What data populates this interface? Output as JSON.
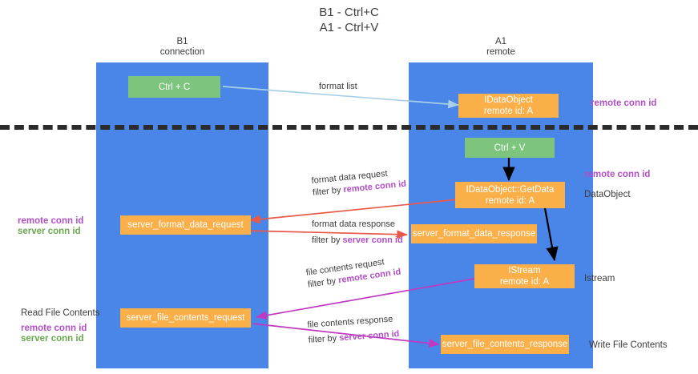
{
  "title": {
    "line1": "B1 - Ctrl+C",
    "line2": "A1 - Ctrl+V"
  },
  "columns": [
    {
      "name": "B1",
      "role": "connection"
    },
    {
      "name": "A1",
      "role": "remote"
    }
  ],
  "boxes": {
    "ctrl_c": {
      "line1": "Ctrl + C",
      "line2": ""
    },
    "idataobject": {
      "line1": "IDataObject",
      "line2": "remote id: A"
    },
    "ctrl_v": {
      "line1": "Ctrl + V",
      "line2": ""
    },
    "getdata": {
      "line1": "IDataObject::GetData",
      "line2": "remote id: A"
    },
    "fmt_req": {
      "line1": "server_format_data_request",
      "line2": ""
    },
    "fmt_resp": {
      "line1": "server_format_data_response",
      "line2": ""
    },
    "istream": {
      "line1": "IStream",
      "line2": "remote id: A"
    },
    "file_req": {
      "line1": "server_file_contents_request",
      "line2": ""
    },
    "file_resp": {
      "line1": "server_file_contents_response",
      "line2": ""
    }
  },
  "arrow_labels": {
    "format_list": "format list",
    "fmt_req_l1": "format data request",
    "fmt_req_l2_prefix": "filter by ",
    "fmt_req_l2_key": "remote conn id",
    "fmt_resp_l1": "format data response",
    "fmt_resp_l2_prefix": "filter by ",
    "fmt_resp_l2_key": "server conn id",
    "file_req_l1": "file contents request",
    "file_req_l2_prefix": "filter by ",
    "file_req_l2_key": "remote conn id",
    "file_resp_l1": "file contents response",
    "file_resp_l2_prefix": "filter by ",
    "file_resp_l2_key": "server conn id"
  },
  "side_labels": {
    "right_remote_conn_1": "remote conn id",
    "right_remote_conn_2": "remote conn id",
    "right_dataobject": "DataObject",
    "right_istream": "Istream",
    "right_write_file": "Write File Contents",
    "left_remote_conn": "remote conn id",
    "left_server_conn": "server conn id",
    "left_read_file": "Read File Contents",
    "left_remote_conn_2": "remote conn id",
    "left_server_conn_2": "server conn id"
  },
  "colors": {
    "lane": "#4a86e8",
    "green_box": "#7dc47d",
    "orange_box": "#fbaf49",
    "purple_text": "#b14fc5",
    "green_text": "#6aa84f",
    "arrow_blue": "#a8d0e8",
    "arrow_red": "#e8594a",
    "arrow_magenta": "#c039c0",
    "arrow_black": "#000000",
    "divider": "#2b2b2b",
    "background": "#ffffff"
  }
}
